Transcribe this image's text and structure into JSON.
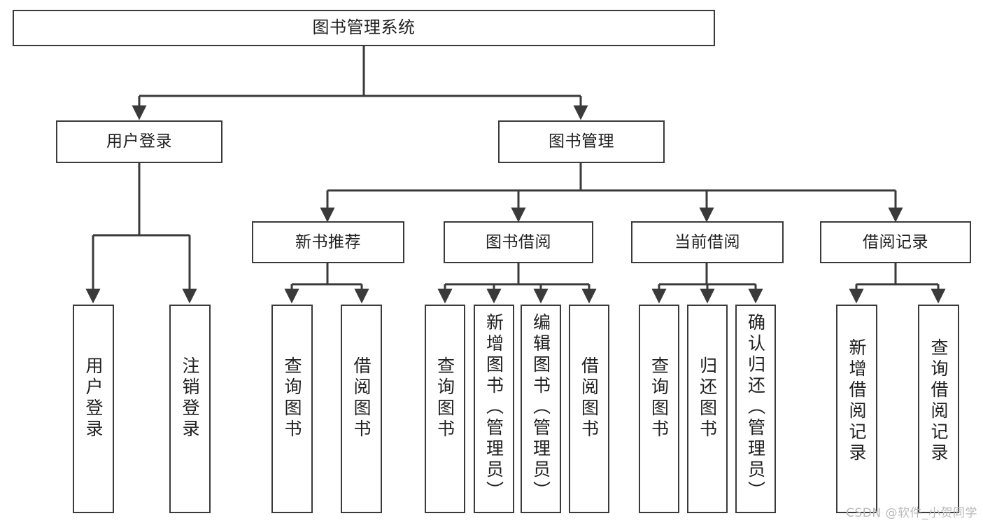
{
  "diagram": {
    "title": "图书管理系统",
    "type": "hierarchy-tree",
    "watermark": "CSDN @软件_小贺同学",
    "colors": {
      "stroke": "#3a3a3a",
      "fill": "#ffffff",
      "text": "#1f1f1f",
      "watermark": "#b9b9b9"
    },
    "levels": {
      "root": {
        "label": "图书管理系统"
      },
      "level1": [
        {
          "label": "用户登录"
        },
        {
          "label": "图书管理"
        }
      ],
      "level2": [
        {
          "label": "新书推荐"
        },
        {
          "label": "图书借阅"
        },
        {
          "label": "当前借阅"
        },
        {
          "label": "借阅记录"
        }
      ],
      "leaves": {
        "user_login": [
          {
            "label": "用户登录"
          },
          {
            "label": "注销登录"
          }
        ],
        "new_book_recommend": [
          {
            "label": "查询图书"
          },
          {
            "label": "借阅图书"
          }
        ],
        "book_borrow": [
          {
            "label": "查询图书"
          },
          {
            "label": "新增图书（管理员）"
          },
          {
            "label": "编辑图书（管理员）"
          },
          {
            "label": "借阅图书"
          }
        ],
        "current_borrow": [
          {
            "label": "查询图书"
          },
          {
            "label": "归还图书"
          },
          {
            "label": "确认归还（管理员）"
          }
        ],
        "borrow_record": [
          {
            "label": "新增借阅记录"
          },
          {
            "label": "查询借阅记录"
          }
        ]
      }
    }
  }
}
